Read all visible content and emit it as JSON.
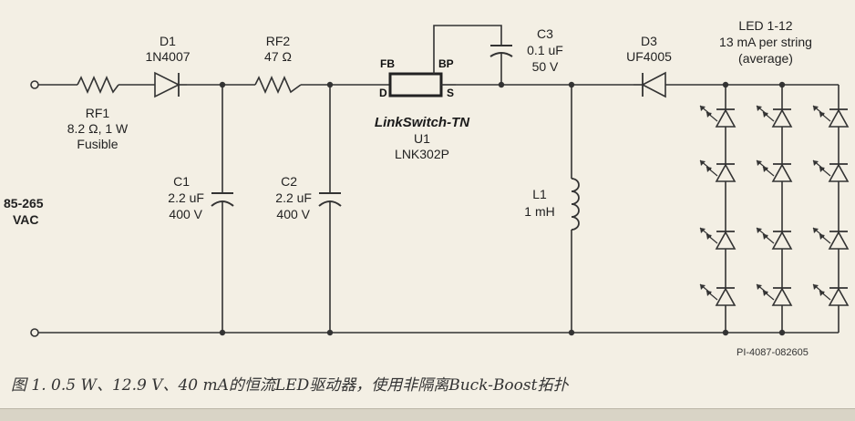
{
  "input": {
    "voltage": "85-265",
    "unit": "VAC"
  },
  "rf1": {
    "ref": "RF1",
    "value": "8.2 Ω, 1 W",
    "note": "Fusible"
  },
  "d1": {
    "ref": "D1",
    "part": "1N4007"
  },
  "rf2": {
    "ref": "RF2",
    "value": "47 Ω"
  },
  "c1": {
    "ref": "C1",
    "value": "2.2 uF",
    "voltage": "400 V"
  },
  "c2": {
    "ref": "C2",
    "value": "2.2 uF",
    "voltage": "400 V"
  },
  "u1": {
    "title": "LinkSwitch-TN",
    "ref": "U1",
    "part": "LNK302P",
    "pin_fb": "FB",
    "pin_bp": "BP",
    "pin_d": "D",
    "pin_s": "S"
  },
  "c3": {
    "ref": "C3",
    "value": "0.1 uF",
    "voltage": "50 V"
  },
  "d3": {
    "ref": "D3",
    "part": "UF4005"
  },
  "l1": {
    "ref": "L1",
    "value": "1 mH"
  },
  "led": {
    "title": "LED 1-12",
    "line2": "13 mA per string",
    "line3": "(average)",
    "strings": 3,
    "per_string": 4
  },
  "drawing_ref": "PI-4087-082605",
  "caption": "图 1. 0.5 W、12.9 V、40 mA的恒流LED驱动器，使用非隔离Buck-Boost拓扑"
}
